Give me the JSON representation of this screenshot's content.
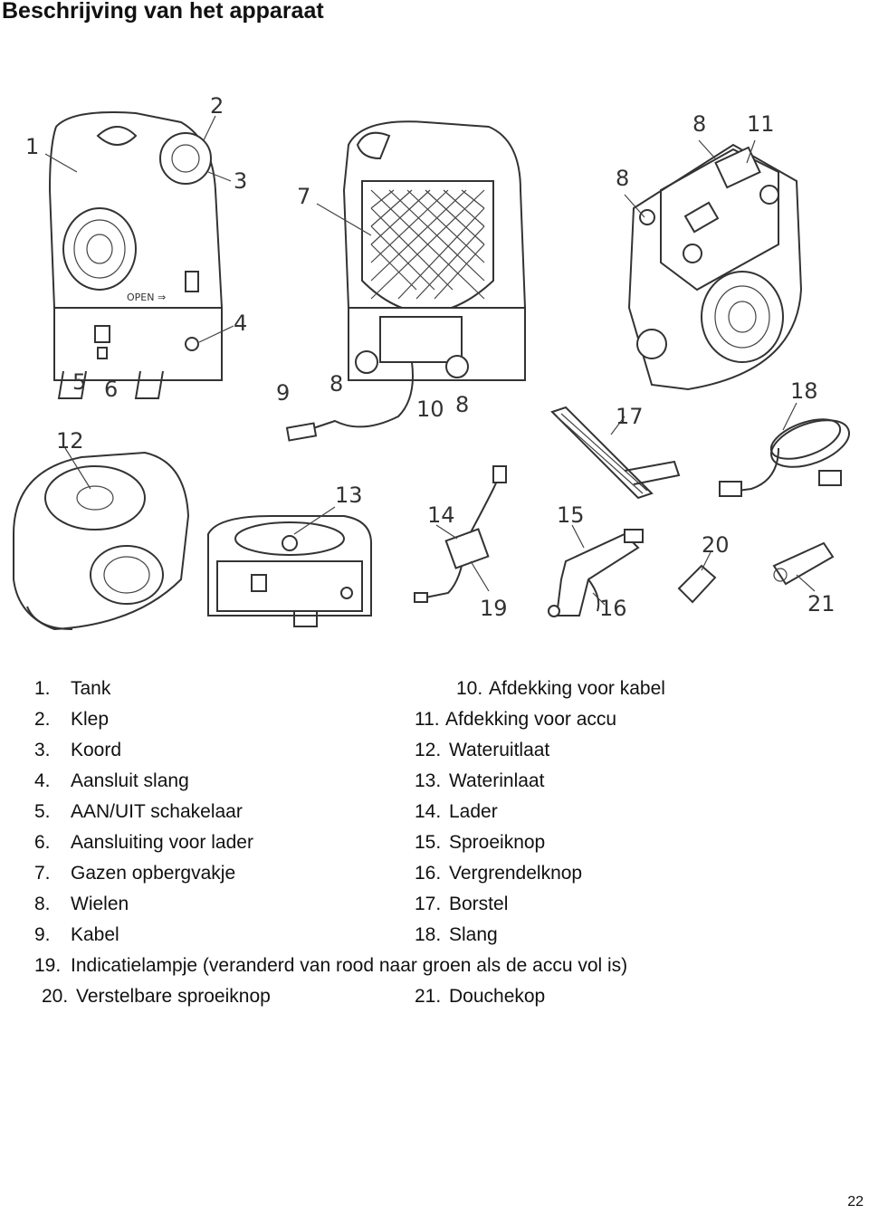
{
  "page": {
    "title": "Beschrijving van het apparaat",
    "page_number": "22"
  },
  "callouts": [
    "1",
    "2",
    "3",
    "4",
    "5",
    "6",
    "7",
    "8",
    "8",
    "8",
    "8",
    "9",
    "10",
    "11",
    "12",
    "13",
    "14",
    "15",
    "16",
    "17",
    "18",
    "19",
    "20",
    "21"
  ],
  "legend": {
    "left": [
      {
        "num": "1.",
        "label": "Tank"
      },
      {
        "num": "2.",
        "label": "Klep"
      },
      {
        "num": "3.",
        "label": "Koord"
      },
      {
        "num": "4.",
        "label": "Aansluit slang"
      },
      {
        "num": "5.",
        "label": "AAN/UIT schakelaar"
      },
      {
        "num": "6.",
        "label": "Aansluiting voor lader"
      },
      {
        "num": "7.",
        "label": "Gazen opbergvakje"
      },
      {
        "num": "8.",
        "label": "Wielen"
      },
      {
        "num": "9.",
        "label": "Kabel"
      }
    ],
    "right": [
      {
        "num": "10.",
        "label": "Afdekking voor kabel"
      },
      {
        "num": "11.",
        "label": "Afdekking voor accu"
      },
      {
        "num": "12.",
        "label": "Wateruitlaat"
      },
      {
        "num": "13.",
        "label": "Waterinlaat"
      },
      {
        "num": "14.",
        "label": "Lader"
      },
      {
        "num": "15.",
        "label": "Sproeiknop"
      },
      {
        "num": "16.",
        "label": "Vergrendelknop"
      },
      {
        "num": "17.",
        "label": "Borstel"
      },
      {
        "num": "18.",
        "label": "Slang"
      }
    ],
    "item19": {
      "num": "19.",
      "label": "Indicatielampje (veranderd van rood naar groen als de accu vol is)"
    },
    "item20": {
      "num": "20.",
      "label": "Verstelbare sproeiknop"
    },
    "item21": {
      "num": "21.",
      "label": "Douchekop"
    }
  }
}
